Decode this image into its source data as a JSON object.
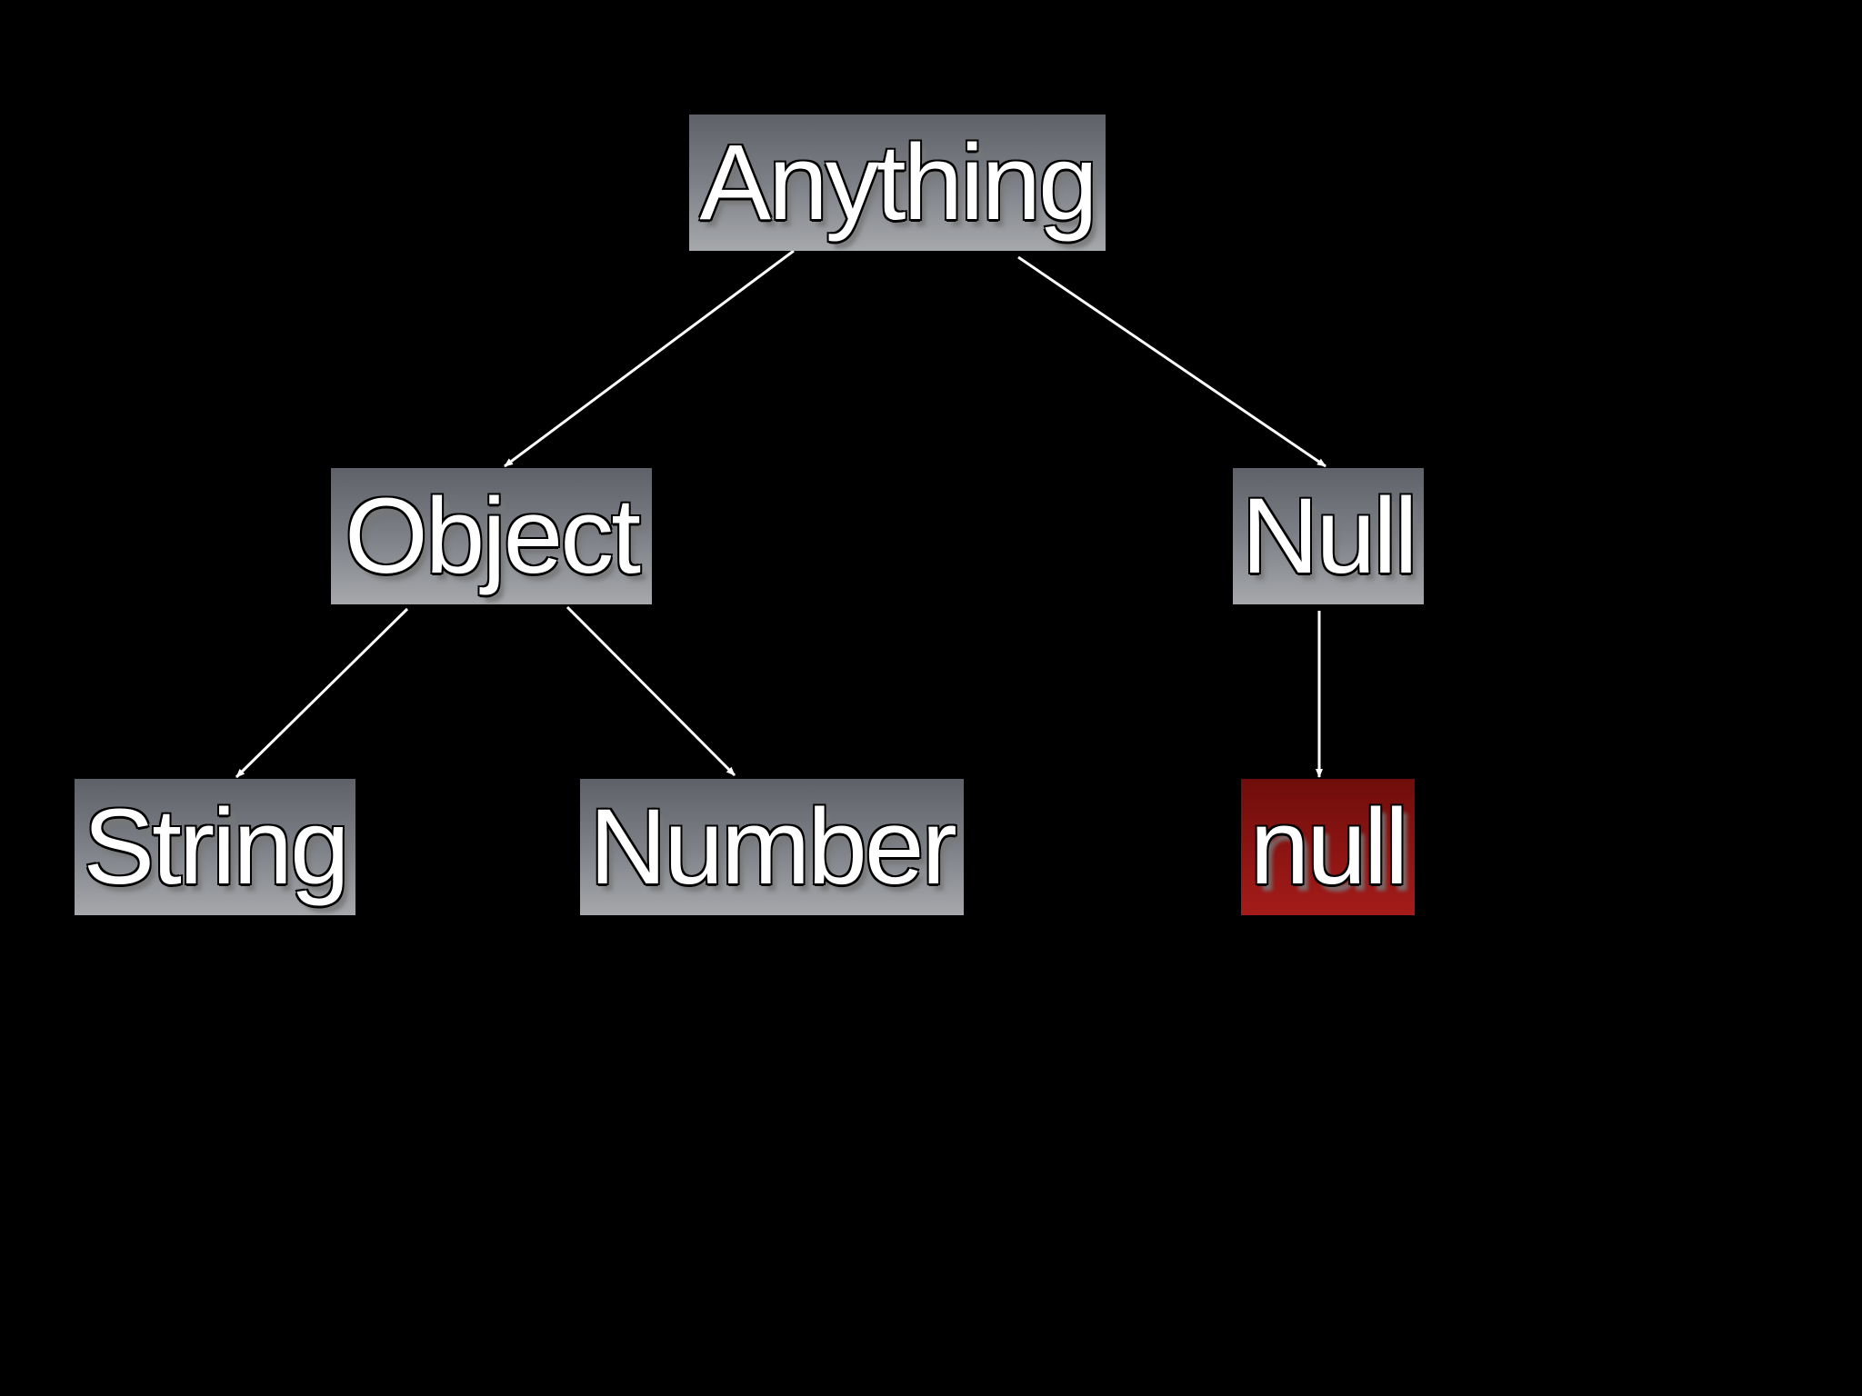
{
  "diagram": {
    "nodes": [
      {
        "id": "anything",
        "label": "Anything",
        "fill": "#7d8087"
      },
      {
        "id": "object",
        "label": "Object",
        "fill": "#7d8087"
      },
      {
        "id": "null_type",
        "label": "Null",
        "fill": "#7d8087"
      },
      {
        "id": "string",
        "label": "String",
        "fill": "#7d8087"
      },
      {
        "id": "number",
        "label": "Number",
        "fill": "#7d8087"
      },
      {
        "id": "null_value",
        "label": "null",
        "fill": "#8a1412"
      }
    ],
    "edges": [
      {
        "from": "anything",
        "to": "object"
      },
      {
        "from": "anything",
        "to": "null_type"
      },
      {
        "from": "object",
        "to": "string"
      },
      {
        "from": "object",
        "to": "number"
      },
      {
        "from": "null_type",
        "to": "null_value"
      }
    ],
    "colors": {
      "background": "#000000",
      "edge": "#ffffff",
      "text": "#ffffff"
    }
  }
}
